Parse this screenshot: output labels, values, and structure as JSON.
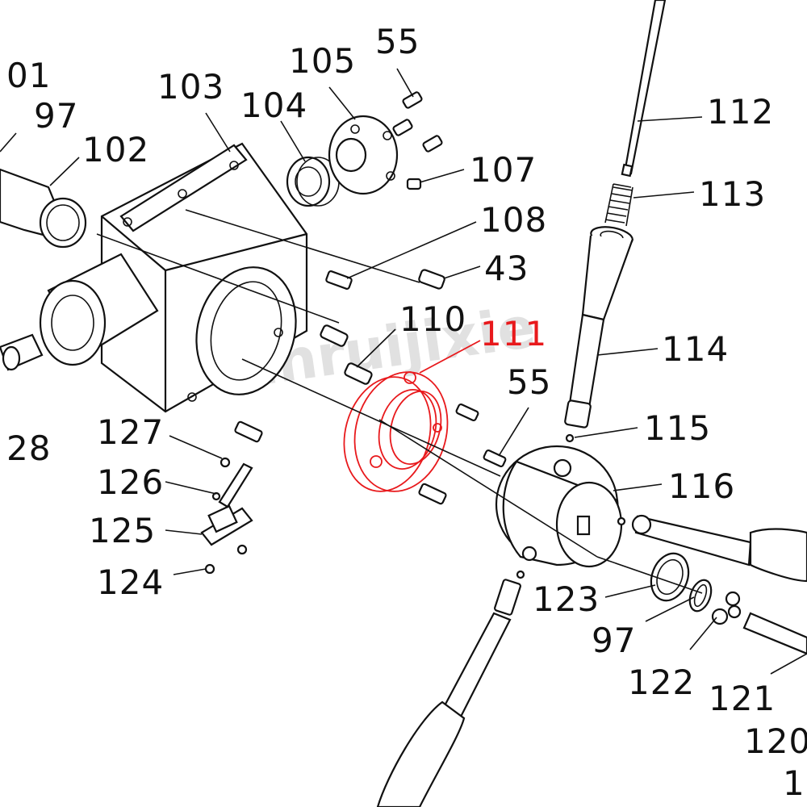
{
  "diagram": {
    "watermark": "anruijixie",
    "highlight_color": "#e8191c",
    "labels": {
      "p01": "01",
      "p97a": "97",
      "p102": "102",
      "p103": "103",
      "p104": "104",
      "p105": "105",
      "p55a": "55",
      "p107": "107",
      "p108": "108",
      "p43": "43",
      "p110": "110",
      "p111": "111",
      "p55b": "55",
      "p112": "112",
      "p113": "113",
      "p114": "114",
      "p115": "115",
      "p116": "116",
      "p127": "127",
      "p126": "126",
      "p125": "125",
      "p124": "124",
      "p28": "28",
      "p123": "123",
      "p97b": "97",
      "p122": "122",
      "p121": "121",
      "p120": "120",
      "p1": "1"
    }
  }
}
